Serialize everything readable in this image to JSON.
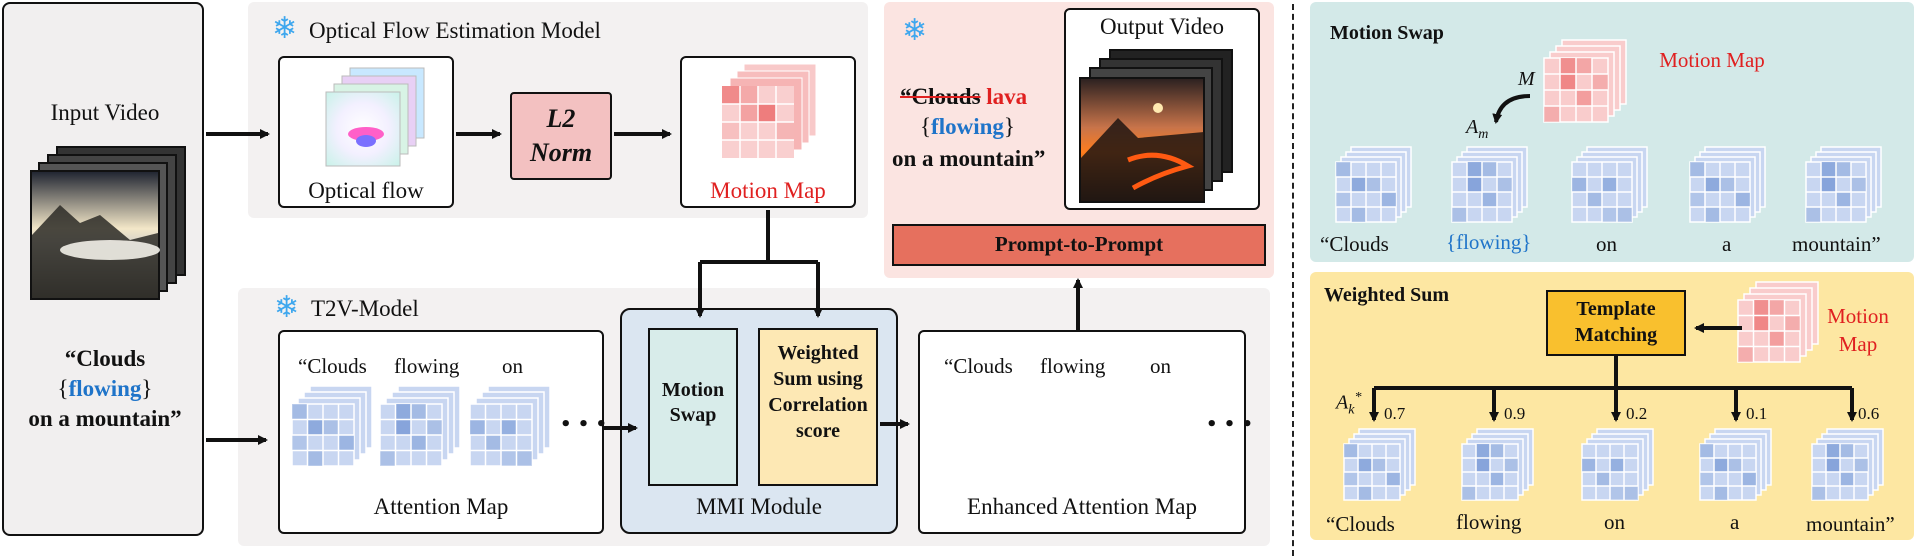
{
  "input": {
    "title": "Input Video",
    "prompt_line1": "“Clouds",
    "prompt_open": "{",
    "prompt_word": "flowing",
    "prompt_close": "}",
    "prompt_line3": "on a mountain”"
  },
  "optical_flow_model": {
    "title": "Optical Flow  Estimation Model",
    "optical_flow_label": "Optical flow",
    "norm_line1": "L2",
    "norm_line2": "Norm",
    "motion_map_label": "Motion Map"
  },
  "output": {
    "title": "Output Video",
    "prompt_struck": "“Clouds",
    "prompt_new": "lava",
    "prompt_open": "{",
    "prompt_word": "flowing",
    "prompt_close": "}",
    "prompt_line3": "on a mountain”",
    "p2p_label": "Prompt-to-Prompt"
  },
  "t2v_model": {
    "title": "T2V-Model",
    "attention_words": [
      "“Clouds",
      "flowing",
      "on"
    ],
    "ellipsis": "• • •",
    "attention_label": "Attention Map",
    "mmi_label": "MMI Module",
    "motion_swap": "Motion Swap",
    "weighted_sum": "Weighted Sum using Correlation score",
    "enhanced_words": [
      "“Clouds",
      "flowing",
      "on"
    ],
    "enhanced_label": "Enhanced Attention Map"
  },
  "motion_swap_panel": {
    "title": "Motion Swap",
    "motion_map_label": "Motion Map",
    "m_symbol": "M",
    "am_symbol": "A",
    "am_sub": "m",
    "words": [
      "“Clouds",
      "{flowing}",
      "on",
      "a",
      "mountain”"
    ]
  },
  "weighted_sum_panel": {
    "title": "Weighted Sum",
    "template_matching": "Template Matching",
    "motion_map_label": "Motion Map",
    "ak_symbol": "A",
    "ak_sub": "k",
    "ak_sup": "*",
    "weights": [
      "0.7",
      "0.9",
      "0.2",
      "0.1",
      "0.6"
    ],
    "words": [
      "“Clouds",
      "flowing",
      "on",
      "a",
      "mountain”"
    ]
  },
  "colors": {
    "panel_gray": "#f3f1f1",
    "panel_pink": "#fbe4e1",
    "panel_teal": "#d3e9e8",
    "panel_yellow": "#fde7a2",
    "mmi_blue": "#dbe6f1",
    "norm_pink": "#f3c1c1",
    "p2p_red": "#e6705e",
    "motion_swap_box": "#d8ecea",
    "weighted_sum_box": "#fde8b4",
    "template_box": "#f9c02e",
    "attention_blue": "#b2c6ea",
    "attention_yellow": "#fbe29a",
    "motion_red": "#f5a3a3",
    "highlight_blue": "#1f74c9",
    "highlight_red": "#e02020"
  }
}
